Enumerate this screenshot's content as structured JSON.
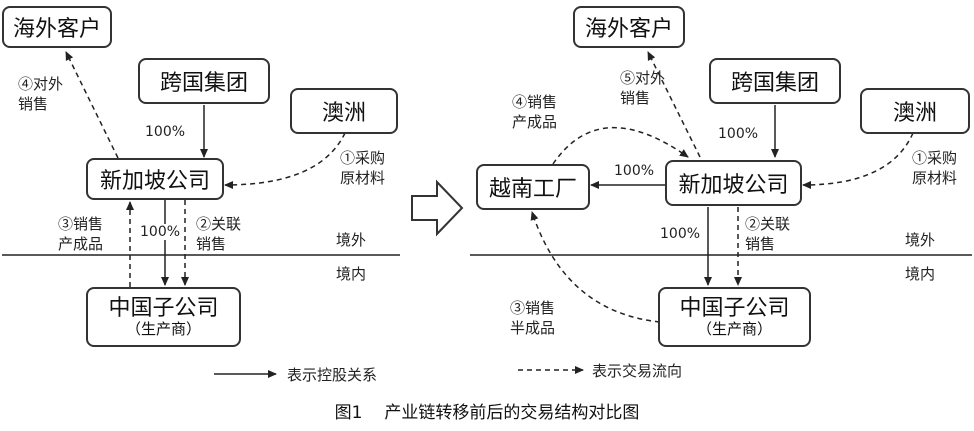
{
  "left": {
    "overseas_customer": "海外客户",
    "group": "跨国集团",
    "australia": "澳洲",
    "singapore": "新加坡公司",
    "china_sub": "中国子公司",
    "china_sub_note": "（生产商）",
    "pct_group_sg": "100%",
    "pct_sg_cn": "100%",
    "lbl_export_1": "④对外",
    "lbl_export_2": "销售",
    "lbl_purchase_1": "①采购",
    "lbl_purchase_2": "原材料",
    "lbl_sell_prod_1": "③销售",
    "lbl_sell_prod_2": "产成品",
    "lbl_related_1": "②关联",
    "lbl_related_2": "销售",
    "offshore": "境外",
    "onshore": "境内"
  },
  "right": {
    "overseas_customer": "海外客户",
    "group": "跨国集团",
    "australia": "澳洲",
    "vietnam": "越南工厂",
    "singapore": "新加坡公司",
    "china_sub": "中国子公司",
    "china_sub_note": "（生产商）",
    "pct_group_sg": "100%",
    "pct_sg_vn": "100%",
    "pct_sg_cn": "100%",
    "lbl_export_1": "⑤对外",
    "lbl_export_2": "销售",
    "lbl_vn_sell_1": "④销售",
    "lbl_vn_sell_2": "产成品",
    "lbl_purchase_1": "①采购",
    "lbl_purchase_2": "原材料",
    "lbl_related_1": "②关联",
    "lbl_related_2": "销售",
    "lbl_semi_1": "③销售",
    "lbl_semi_2": "半成品",
    "offshore": "境外",
    "onshore": "境内"
  },
  "legend": {
    "control": "表示控股关系",
    "trade": "表示交易流向"
  },
  "caption": {
    "number": "图1",
    "title": "产业链转移前后的交易结构对比图"
  }
}
